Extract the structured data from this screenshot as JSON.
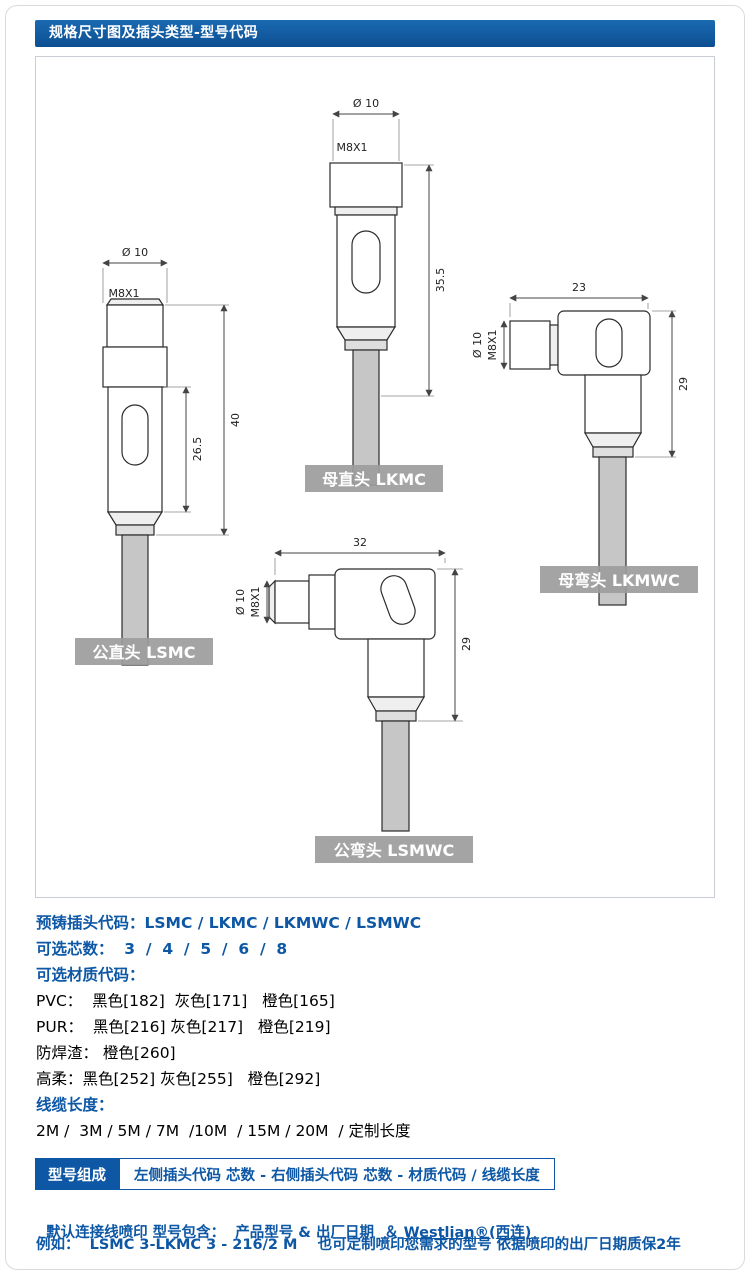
{
  "header": {
    "title": "规格尺寸图及插头类型-型号代码"
  },
  "colors": {
    "accent_blue": "#0d57a5",
    "header_blue": "#0f549c",
    "badge_gray": "#9c9c9c"
  },
  "drawings": {
    "lsmc": {
      "label": "公直头 LSMC",
      "dims": {
        "dia": "Ø 10",
        "thread": "M8X1",
        "body": "26.5",
        "total": "40"
      }
    },
    "lkmc": {
      "label": "母直头 LKMC",
      "dims": {
        "dia": "Ø 10",
        "thread": "M8X1",
        "len": "35.5"
      }
    },
    "lkmwc": {
      "label": "母弯头 LKMWC",
      "dims": {
        "width": "23",
        "thread": "M8X1",
        "dia": "Ø 10",
        "height": "29"
      }
    },
    "lsmwc": {
      "label": "公弯头 LSMWC",
      "dims": {
        "width": "32",
        "thread": "M8X1",
        "dia": "Ø 10",
        "height": "29"
      }
    }
  },
  "specs": {
    "lines": [
      {
        "text": "预铸插头代码：LSMC / LKMC / LKMWC / LSMWC"
      },
      {
        "text": "可选芯数：  3  /  4  /  5  /  6  /  8"
      },
      {
        "text": "可选材质代码："
      },
      {
        "text": "PVC：  黑色[182]  灰色[171]   橙色[165]"
      },
      {
        "text": "PUR：  黑色[216] 灰色[217]   橙色[219]"
      },
      {
        "text": "防焊渣： 橙色[260]"
      },
      {
        "text": "高柔：黑色[252] 灰色[255]   橙色[292]"
      },
      {
        "text": "线缆长度："
      },
      {
        "text": "2M /  3M / 5M / 7M  /10M  / 15M / 20M  / 定制长度"
      }
    ]
  },
  "model_row": {
    "tab": "型号组成",
    "desc": "左侧插头代码 芯数 - 右侧插头代码 芯数 - 材质代码 / 线缆长度"
  },
  "footer": {
    "print_prefix": "默认连接线喷印 型号包含：  产品型号 & 出厂日期  ＆ ",
    "brand": "Westlian®(西连)",
    "example": "例如：  LSMC 3-LKMC 3 - 216/2 M    也可定制喷印您需求的型号 依据喷印的出厂日期质保2年"
  }
}
